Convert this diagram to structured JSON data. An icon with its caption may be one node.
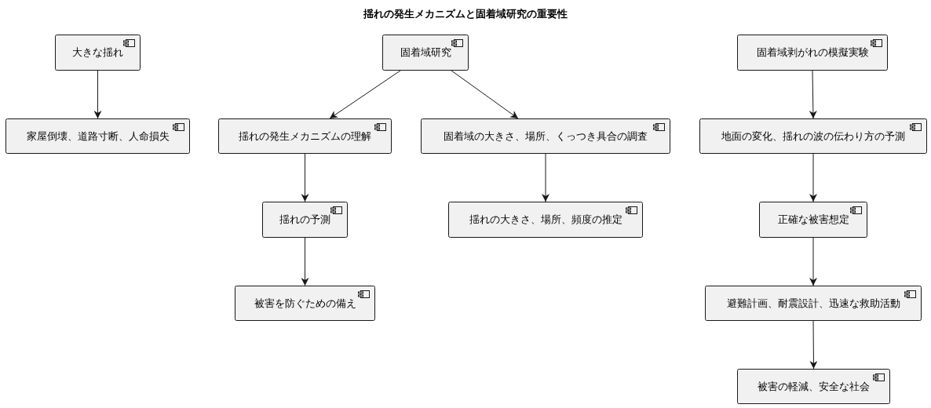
{
  "diagram": {
    "title": "揺れの発生メカニズムと固着域研究の重要性",
    "nodes": [
      {
        "text": [
          "大きな揺れ"
        ]
      },
      {
        "text": [
          "家屋倒壊、道路寸断、人命損失"
        ]
      },
      {
        "text": [
          "固着域研究"
        ]
      },
      {
        "text": [
          "揺れの発生メカニズムの理解"
        ]
      },
      {
        "text": [
          "固着域の大きさ、場所、くっつき具合の調査"
        ]
      },
      {
        "text": [
          "揺れの予測"
        ]
      },
      {
        "text": [
          "揺れの大きさ、場所、頻度の推定"
        ]
      },
      {
        "text": [
          "被害を防ぐための備え"
        ]
      },
      {
        "text": [
          "固着域剥がれの模擬実験"
        ]
      },
      {
        "text": [
          "地面の変化、揺れの波の伝わり方の予測"
        ]
      },
      {
        "text": [
          "正確な被害想定"
        ]
      },
      {
        "text": [
          "避難計画、耐震設計、迅速な救助活動"
        ]
      },
      {
        "text": [
          "被害の軽減、安全な社会"
        ]
      }
    ],
    "edges": [
      {
        "from": 0,
        "to": 1,
        "arrow": "to"
      },
      {
        "from": 2,
        "to": 3,
        "arrow": "to"
      },
      {
        "from": 2,
        "to": 4,
        "arrow": "to"
      },
      {
        "from": 3,
        "to": 5,
        "arrow": "to"
      },
      {
        "from": 5,
        "to": 7,
        "arrow": "to"
      },
      {
        "from": 4,
        "to": 6,
        "arrow": "to"
      },
      {
        "from": 8,
        "to": 9,
        "arrow": "to"
      },
      {
        "from": 9,
        "to": 10,
        "arrow": "to"
      },
      {
        "from": 10,
        "to": 11,
        "arrow": "to"
      },
      {
        "from": 11,
        "to": 12,
        "arrow": "to"
      }
    ]
  }
}
